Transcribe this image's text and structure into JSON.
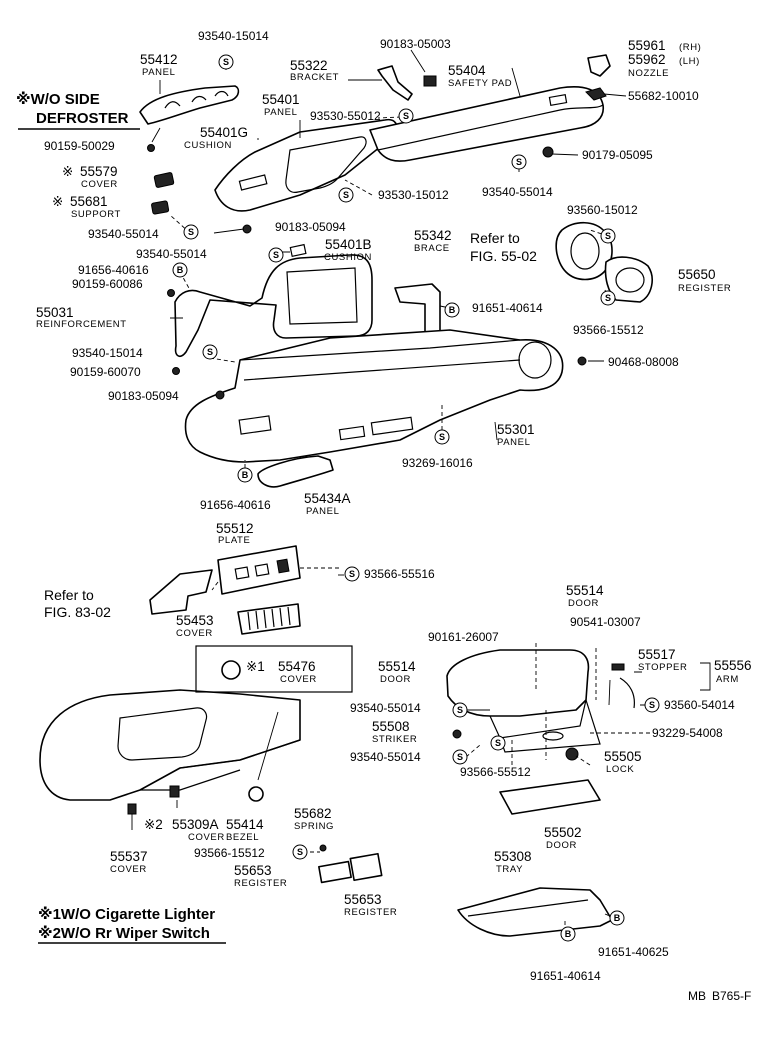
{
  "labels": [
    {
      "id": "n93540_15014a",
      "text": "93540-15014"
    },
    {
      "id": "n55412",
      "text": "55412"
    },
    {
      "id": "c55412",
      "text": "PANEL"
    },
    {
      "id": "n55322",
      "text": "55322"
    },
    {
      "id": "c55322",
      "text": "BRACKET"
    },
    {
      "id": "n90183_05003",
      "text": "90183-05003"
    },
    {
      "id": "n55404",
      "text": "55404"
    },
    {
      "id": "c55404",
      "text": "SAFETY PAD"
    },
    {
      "id": "n55961",
      "text": "55961"
    },
    {
      "id": "rh",
      "text": "(RH)"
    },
    {
      "id": "n55962",
      "text": "55962"
    },
    {
      "id": "lh",
      "text": "(LH)"
    },
    {
      "id": "cnozzle",
      "text": "NOZZLE"
    },
    {
      "id": "n55682_10010",
      "text": "55682-10010"
    },
    {
      "id": "n55401",
      "text": "55401"
    },
    {
      "id": "c55401",
      "text": "PANEL"
    },
    {
      "id": "n93530_55012",
      "text": "93530-55012"
    },
    {
      "id": "n55401g",
      "text": "55401G"
    },
    {
      "id": "c55401g",
      "text": "CUSHION"
    },
    {
      "id": "n90159_50029",
      "text": "90159-50029"
    },
    {
      "id": "n90179_05095",
      "text": "90179-05095"
    },
    {
      "id": "n55579",
      "text": "55579"
    },
    {
      "id": "c55579",
      "text": "COVER"
    },
    {
      "id": "n93530_15012",
      "text": "93530-15012"
    },
    {
      "id": "n93540_55014a",
      "text": "93540-55014"
    },
    {
      "id": "n55681",
      "text": "55681"
    },
    {
      "id": "c55681",
      "text": "SUPPORT"
    },
    {
      "id": "n93560_15012",
      "text": "93560-15012"
    },
    {
      "id": "n93540_55014b",
      "text": "93540-55014"
    },
    {
      "id": "n90183_05094a",
      "text": "90183-05094"
    },
    {
      "id": "n93540_55014c",
      "text": "93540-55014"
    },
    {
      "id": "n55401b",
      "text": "55401B"
    },
    {
      "id": "c55401b",
      "text": "CUSHION"
    },
    {
      "id": "n55342",
      "text": "55342"
    },
    {
      "id": "c55342",
      "text": "BRACE"
    },
    {
      "id": "n91656_40616a",
      "text": "91656-40616"
    },
    {
      "id": "n90159_60086",
      "text": "90159-60086"
    },
    {
      "id": "n55650",
      "text": "55650"
    },
    {
      "id": "c55650",
      "text": "REGISTER"
    },
    {
      "id": "n55031",
      "text": "55031"
    },
    {
      "id": "c55031",
      "text": "REINFORCEMENT"
    },
    {
      "id": "n91651_40614a",
      "text": "91651-40614"
    },
    {
      "id": "n93566_15512a",
      "text": "93566-15512"
    },
    {
      "id": "n93540_15014b",
      "text": "93540-15014"
    },
    {
      "id": "n90468_08008",
      "text": "90468-08008"
    },
    {
      "id": "n90159_60070",
      "text": "90159-60070"
    },
    {
      "id": "n90183_05094b",
      "text": "90183-05094"
    },
    {
      "id": "n55301",
      "text": "55301"
    },
    {
      "id": "c55301",
      "text": "PANEL"
    },
    {
      "id": "n93269_16016",
      "text": "93269-16016"
    },
    {
      "id": "n91656_40616b",
      "text": "91656-40616"
    },
    {
      "id": "n55434a",
      "text": "55434A"
    },
    {
      "id": "c55434a",
      "text": "PANEL"
    },
    {
      "id": "n55512",
      "text": "55512"
    },
    {
      "id": "c55512",
      "text": "PLATE"
    },
    {
      "id": "n93566_55516",
      "text": "93566-55516"
    },
    {
      "id": "n55453",
      "text": "55453"
    },
    {
      "id": "c55453",
      "text": "COVER"
    },
    {
      "id": "n55514a",
      "text": "55514"
    },
    {
      "id": "c55514a",
      "text": "DOOR"
    },
    {
      "id": "n90161_26007",
      "text": "90161-26007"
    },
    {
      "id": "n90541_03007",
      "text": "90541-03007"
    },
    {
      "id": "n55476",
      "text": "55476"
    },
    {
      "id": "c55476",
      "text": "COVER"
    },
    {
      "id": "n55514b",
      "text": "55514"
    },
    {
      "id": "c55514b",
      "text": "DOOR"
    },
    {
      "id": "n55517",
      "text": "55517"
    },
    {
      "id": "c55517",
      "text": "STOPPER"
    },
    {
      "id": "n55556",
      "text": "55556"
    },
    {
      "id": "c55556",
      "text": "ARM"
    },
    {
      "id": "n93540_55014d",
      "text": "93540-55014"
    },
    {
      "id": "n93560_54014",
      "text": "93560-54014"
    },
    {
      "id": "n55508",
      "text": "55508"
    },
    {
      "id": "c55508",
      "text": "STRIKER"
    },
    {
      "id": "n93229_54008",
      "text": "93229-54008"
    },
    {
      "id": "n93540_55014e",
      "text": "93540-55014"
    },
    {
      "id": "n93566_55512",
      "text": "93566-55512"
    },
    {
      "id": "n55505",
      "text": "55505"
    },
    {
      "id": "c55505",
      "text": "LOCK"
    },
    {
      "id": "n55309a",
      "text": "55309A"
    },
    {
      "id": "c55309a",
      "text": "COVER"
    },
    {
      "id": "n55414",
      "text": "55414"
    },
    {
      "id": "c55414",
      "text": "BEZEL"
    },
    {
      "id": "n55682",
      "text": "55682"
    },
    {
      "id": "c55682",
      "text": "SPRING"
    },
    {
      "id": "n55502",
      "text": "55502"
    },
    {
      "id": "c55502",
      "text": "DOOR"
    },
    {
      "id": "n93566_15512b",
      "text": "93566-15512"
    },
    {
      "id": "n55537",
      "text": "55537"
    },
    {
      "id": "c55537",
      "text": "COVER"
    },
    {
      "id": "n55653a",
      "text": "55653"
    },
    {
      "id": "c55653a",
      "text": "REGISTER"
    },
    {
      "id": "n55308",
      "text": "55308"
    },
    {
      "id": "c55308",
      "text": "TRAY"
    },
    {
      "id": "n55653b",
      "text": "55653"
    },
    {
      "id": "c55653b",
      "text": "REGISTER"
    },
    {
      "id": "n91651_40625",
      "text": "91651-40625"
    },
    {
      "id": "n91651_40614b",
      "text": "91651-40614"
    },
    {
      "id": "mb",
      "text": "MB"
    },
    {
      "id": "code",
      "text": "B765-F"
    }
  ],
  "refs": [
    {
      "id": "ref_55_02_a",
      "text": "Refer to"
    },
    {
      "id": "ref_55_02_b",
      "text": "FIG. 55-02"
    },
    {
      "id": "ref_83_02_a",
      "text": "Refer to"
    },
    {
      "id": "ref_83_02_b",
      "text": "FIG. 83-02"
    }
  ],
  "notes": {
    "wo_side": "※W/O SIDE",
    "defroster": "DEFROSTER",
    "legend1": "※1W/O Cigarette Lighter",
    "legend2": "※2W/O Rr Wiper Switch",
    "mark1": "※1",
    "mark2": "※2",
    "mark": "※"
  },
  "symbols": {
    "s": "S",
    "b": "B"
  }
}
